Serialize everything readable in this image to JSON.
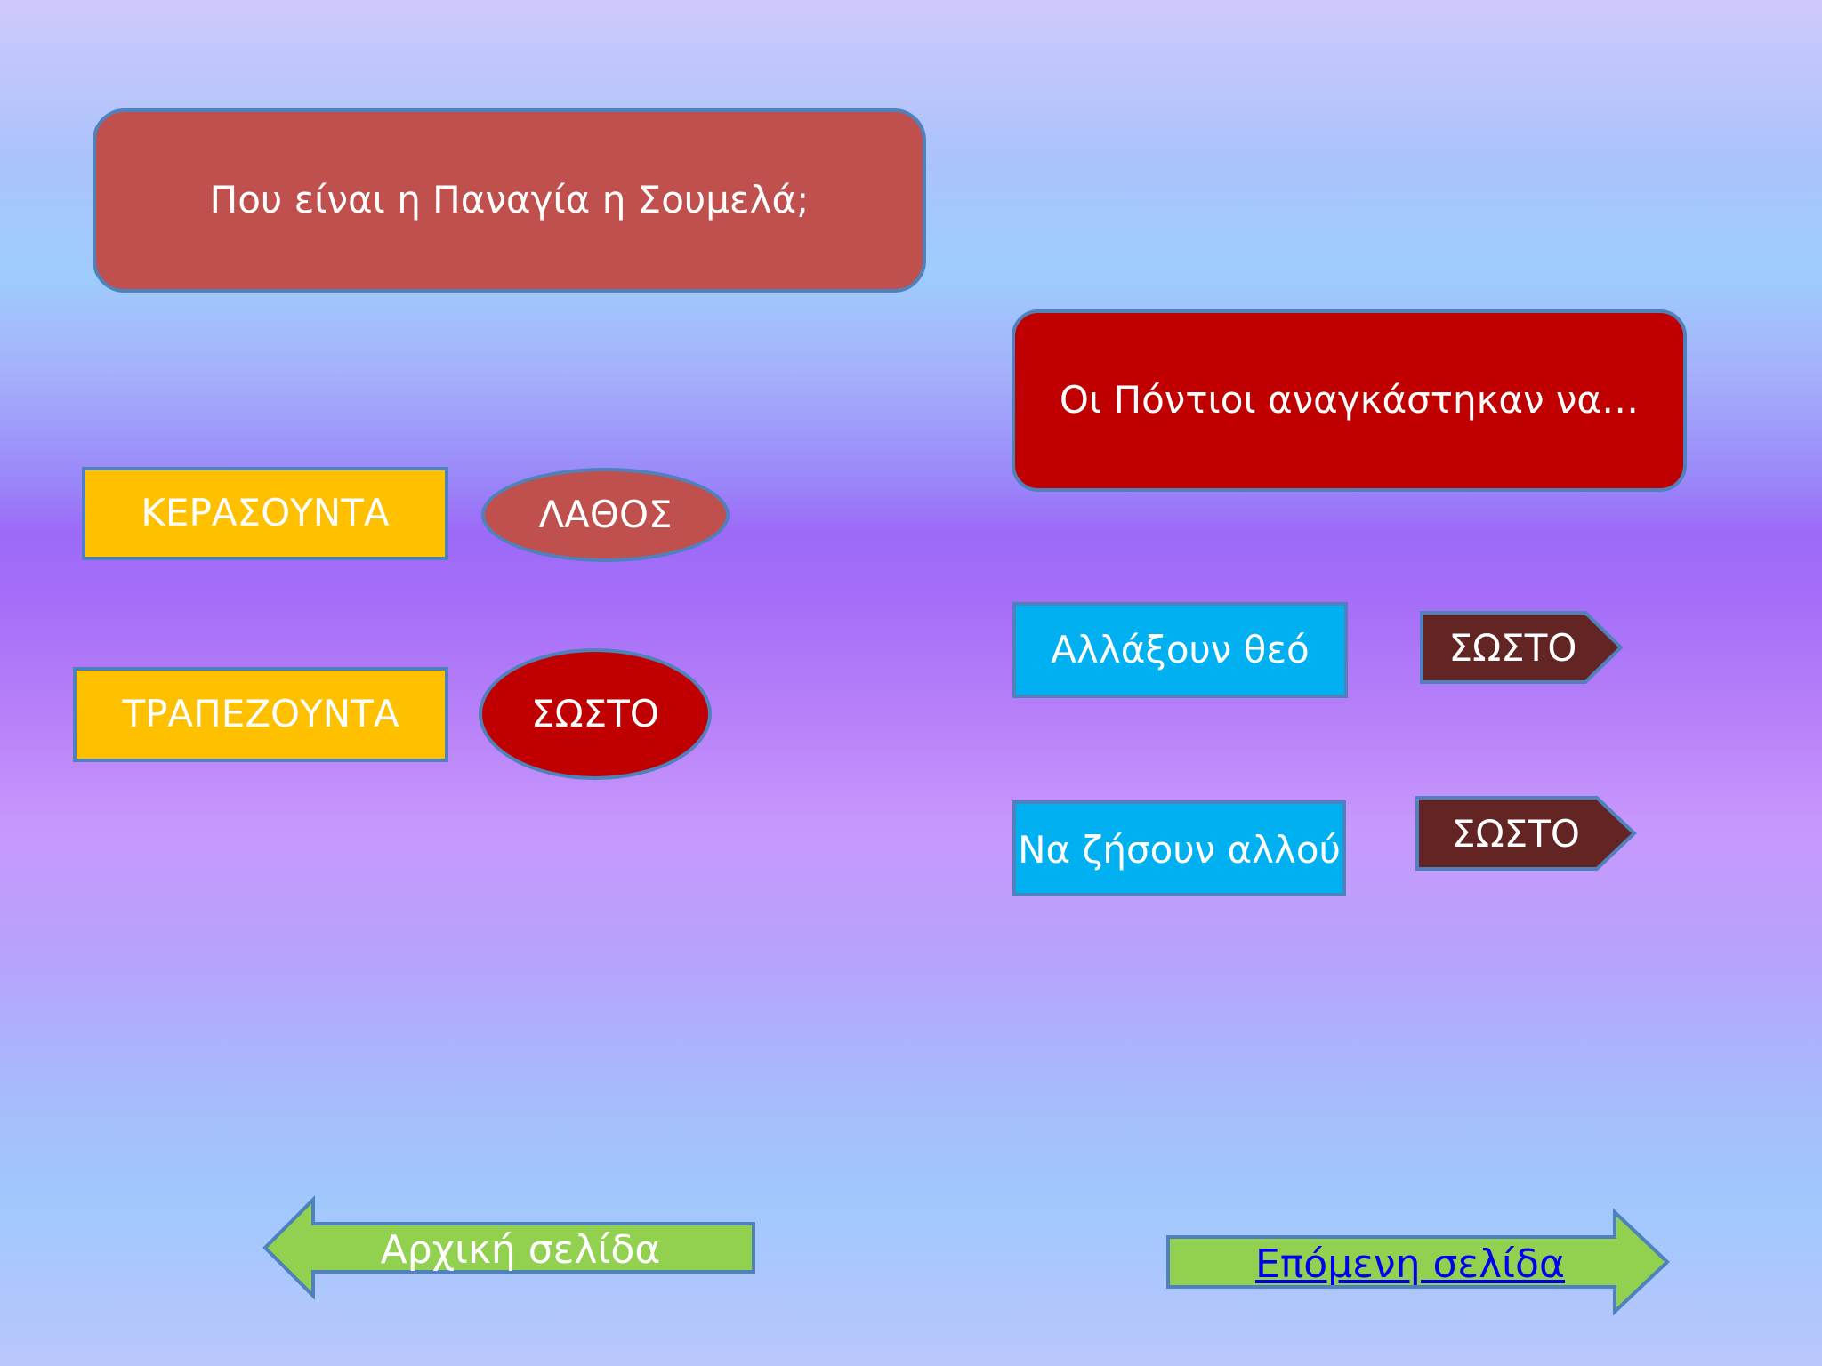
{
  "question1": {
    "text": "Που είναι η Παναγία η Σουμελά;",
    "answers": [
      {
        "text": "ΚΕΡΑΣΟΥΝΤΑ",
        "result": "ΛΑΘΟΣ"
      },
      {
        "text": "ΤΡΑΠΕΖΟΥΝΤΑ",
        "result": "ΣΩΣΤΟ"
      }
    ]
  },
  "question2": {
    "text": "Οι Πόντιοι αναγκάστηκαν να…",
    "answers": [
      {
        "text": "Αλλάξουν θεό",
        "result": "ΣΩΣΤΟ"
      },
      {
        "text": "Να ζήσουν αλλού",
        "result": "ΣΩΣΤΟ"
      }
    ]
  },
  "navigation": {
    "home": "Αρχική σελίδα",
    "next": "Επόμενη σελίδα"
  },
  "colors": {
    "question1_fill": "#c0504d",
    "question2_fill": "#c00000",
    "answer_yellow": "#ffc000",
    "answer_blue": "#00b0f0",
    "result_pentagon": "#632523",
    "nav_arrow": "#92d050",
    "outline": "#4f81bd"
  }
}
